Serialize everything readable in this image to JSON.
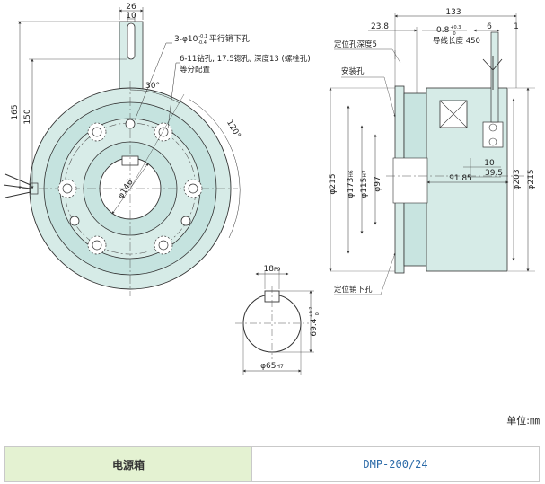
{
  "drawing": {
    "front_view": {
      "dim_lug_width": "26",
      "dim_slot_width": "10",
      "dim_total_height": "165",
      "dim_slot_height": "150",
      "dim_angle_30": "30°",
      "dim_angle_120": "120°",
      "dim_pcd": "φ146",
      "note_pin_holes": "3-φ10",
      "note_pin_holes_tol_upper": "-0.1",
      "note_pin_holes_tol_lower": "-0.4",
      "note_pin_holes_text": "平行销下孔",
      "note_tapped_holes_1": "6-11钻孔, 17.5锪孔, 深度13 (螺栓孔)",
      "note_tapped_holes_2": "等分配置"
    },
    "side_view": {
      "dim_overall_width": "133",
      "dim_23_8": "23.8",
      "dim_gap": "0.8",
      "dim_gap_tol_upper": "+0.3",
      "dim_gap_tol_lower": "0",
      "dim_6": "6",
      "dim_1": "1",
      "label_pin_hole_depth": "定位孔深度5",
      "label_lead_length": "导线长度 450",
      "label_mounting_hole": "安装孔",
      "label_locating_pin_hole": "定位销下孔",
      "dim_215_left": "φ215",
      "dim_173": "φ173",
      "dim_173_tol": "H6",
      "dim_115": "φ115",
      "dim_115_tol": "H7",
      "dim_97": "φ97",
      "dim_10": "10",
      "dim_39_5": "39.5",
      "dim_91_85": "91.85",
      "dim_203": "φ203",
      "dim_215_right": "φ215"
    },
    "keyway_view": {
      "dim_key_width": "18",
      "dim_key_width_tol": "P9",
      "dim_key_depth": "69.4",
      "dim_key_depth_tol_upper": "+0.2",
      "dim_key_depth_tol_lower": "0",
      "dim_bore": "φ65",
      "dim_bore_tol": "H7"
    }
  },
  "unit_label": "单位:㎜",
  "spec_table": {
    "label": "电源箱",
    "value": "DMP-200/24"
  }
}
